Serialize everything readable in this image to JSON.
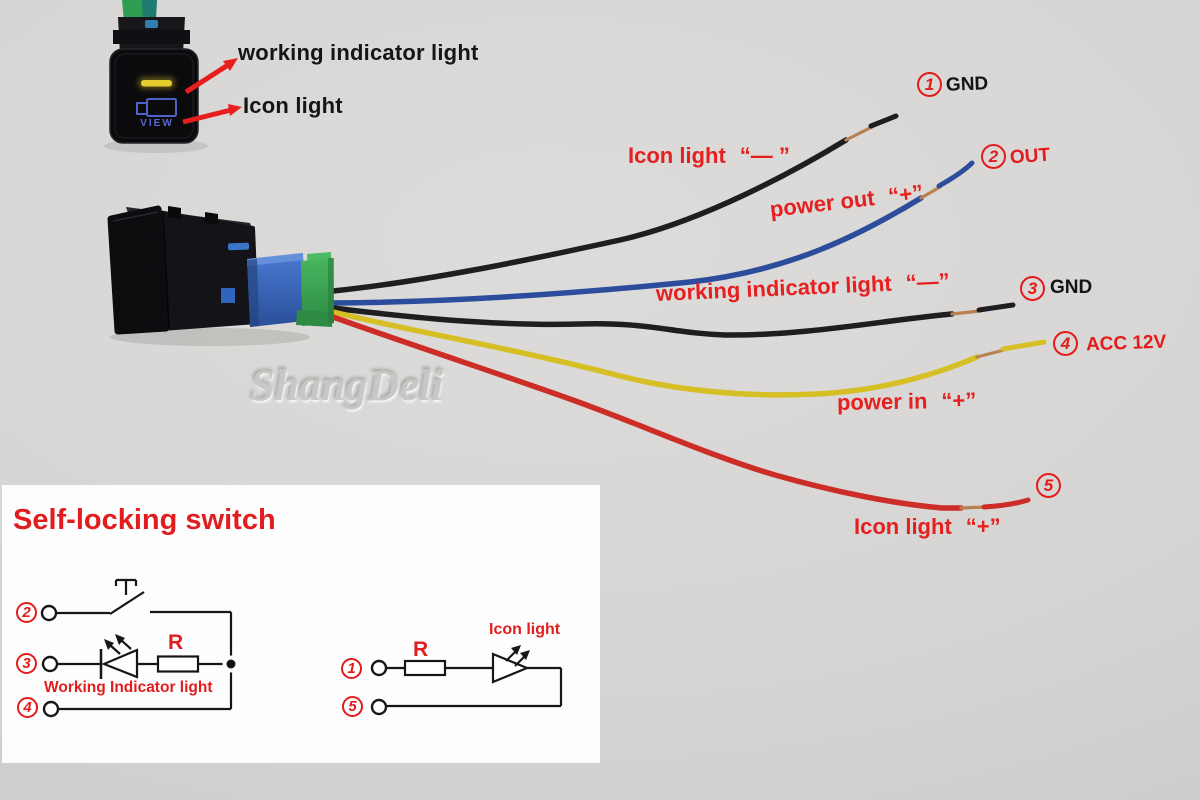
{
  "accent_color": "#e31b1b",
  "watermark": "ShangDeli",
  "photo_inset": {
    "button_text": "VIEW",
    "callouts": [
      {
        "text": "working indicator light"
      },
      {
        "text": "Icon light"
      }
    ]
  },
  "harness": {
    "pins": [
      {
        "num": "1",
        "pin_label": "GND",
        "function": "Icon light",
        "polarity": "“— ”",
        "wire": "black",
        "wire_color": "#1e1e20"
      },
      {
        "num": "2",
        "pin_label": "OUT",
        "function": "power out",
        "polarity": "“+”",
        "wire": "blue",
        "wire_color": "#2c4d9c"
      },
      {
        "num": "3",
        "pin_label": "GND",
        "function": "working indicator light",
        "polarity": "“—”",
        "wire": "black",
        "wire_color": "#1e1e20"
      },
      {
        "num": "4",
        "pin_label": "ACC 12V",
        "function": "power in",
        "polarity": "“+”",
        "wire": "yellow",
        "wire_color": "#d6bf25"
      },
      {
        "num": "5",
        "pin_label": "",
        "function": "Icon light",
        "polarity": "“+”",
        "wire": "red",
        "wire_color": "#cc2d26"
      }
    ]
  },
  "diagram": {
    "title": "Self-locking switch",
    "left_circuit": {
      "terminals": [
        "2",
        "3",
        "4"
      ],
      "resistor_label": "R",
      "caption": "Working Indicator light"
    },
    "right_circuit": {
      "terminals": [
        "1",
        "5"
      ],
      "resistor_label": "R",
      "caption": "Icon light"
    }
  }
}
